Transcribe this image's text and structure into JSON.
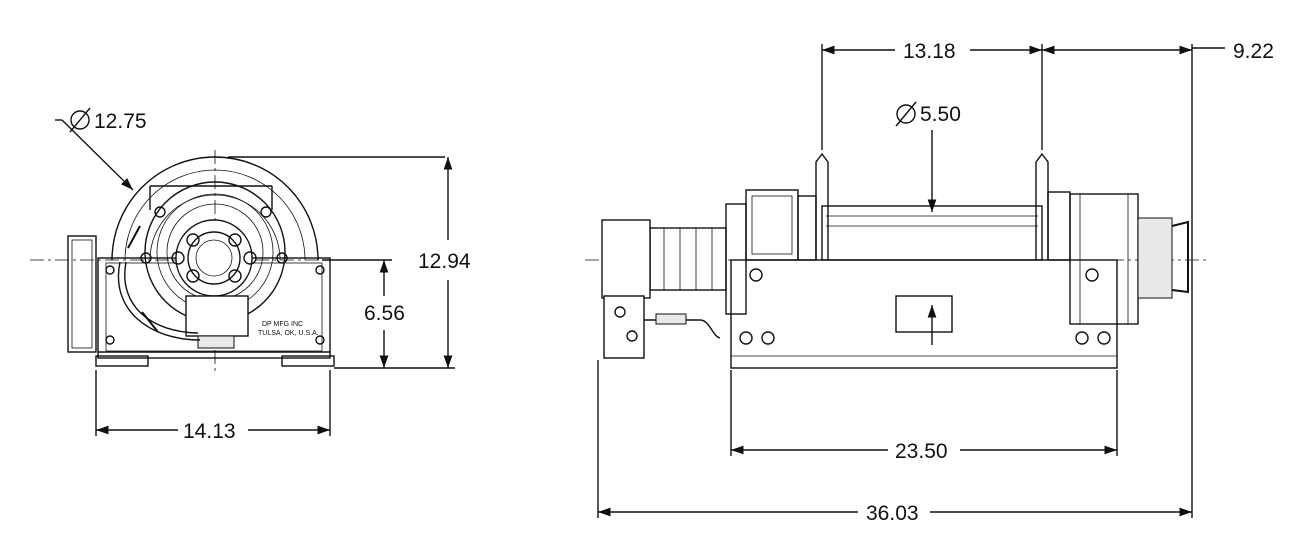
{
  "dimensions": {
    "end_view": {
      "drum_diameter": "12.75",
      "height": "12.94",
      "center_height": "6.56",
      "base_width": "14.13"
    },
    "side_view": {
      "drum_length": "13.18",
      "motor_overhang": "9.22",
      "drum_core_diameter": "5.50",
      "base_length": "23.50",
      "overall_length": "36.03"
    }
  },
  "nameplate": {
    "line1": "DP MFG INC",
    "line2": "TULSA, OK, U.S.A."
  }
}
